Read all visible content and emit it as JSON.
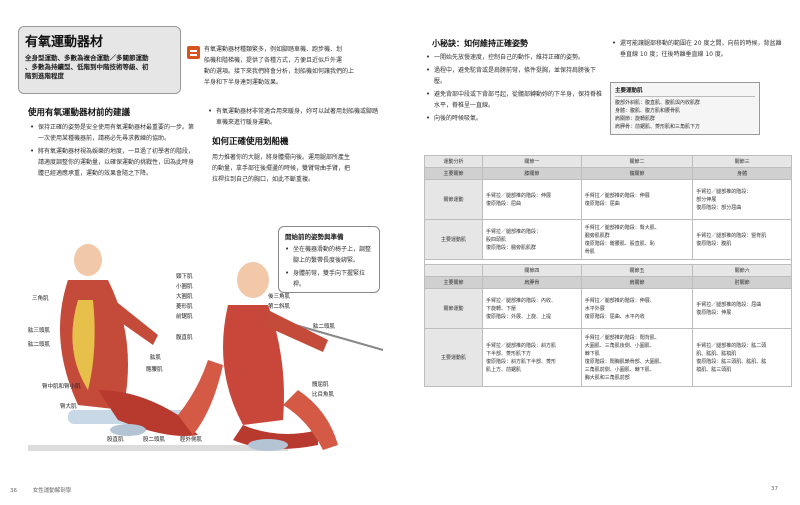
{
  "left": {
    "title": "有氧運動器材",
    "subtitle_lines": [
      "全身型運動、多數為複合運動／多關節運動",
      "、多數為持續型、低階到中階技術等級、初",
      "階到進階程度"
    ],
    "intro_lines": [
      "有氧運動器材種類繁多，例如腳踏車機、跑步機、划",
      "船機和階梯機，提供了各種方式，方便且近似戶外運",
      "動的選項。接下來我們將會分析，划船機如何讓我們的上",
      "半身和下半身達到運動效果。"
    ],
    "tips_heading": "使用有氧運動器材前的建議",
    "tips": [
      "保持正確的姿勢是安全使用有氧運動器材最重要的一步。第一次使用某種機器前，請務必先尋求教練的協助。",
      "將有氧運動器材視為娛樂的地度，一旦過了初學者的階段，請適度調整你的運動量，以確保運動的挑戰性，因為此時身體已經適應承重，運動的效果會隨之下降。"
    ],
    "tip_col2": "有氧運動器材非常適合用來暖身，妳可以試著用划船機或腳踏車機來進行暖身運動。",
    "rowing_heading": "如何正確使用划船機",
    "rowing_lines": [
      "用力推著你的大腿，將身體擺向後。運用腿部所產生",
      "的動量，拿手部往後擺盪的時候，雙臂彎曲手臂，把",
      "拉桿拉到自己的胸口，如此不斷重複。"
    ],
    "start_box": {
      "title": "開始前的姿勢與準備",
      "items": [
        "坐在機器滑動的椅子上，調整腳上的繫帶長度後綁緊。",
        "身體前彎，雙手向下握緊拉桿。"
      ]
    },
    "muscle_labels": {
      "sternocleidomastoid": "頸下肌",
      "teres_minor": "小圓肌",
      "teres_major": "大圓肌",
      "rhomboid": "菱形肌",
      "latissimus": "前鋸肌",
      "deltoid": "三角肌",
      "triceps": "肱三頭肌",
      "biceps": "肱二頭肌",
      "posterior_deltoid": "後三角肌",
      "trapezius": "第二斜肌",
      "brachialis": "肱二頭肌",
      "erector": "腹直肌",
      "obliques": "肱肌",
      "abdomen": "腹直肌",
      "psoas": "髂腰肌",
      "quadriceps": "臀中肌和臀小肌",
      "gluteus_max": "臀大肌",
      "iliopsoas": "髖屈肌",
      "rectus_femoris": "比目魚肌",
      "hamstrings": "股直肌",
      "gastrocnemius": "股二頭肌",
      "tibialis": "脛外側肌",
      "adductors": "股內側肌"
    },
    "page_number": "36",
    "footer_title": "女性運動解剖學"
  },
  "right": {
    "tip_heading": "小秘訣：如何維持正確姿勢",
    "tip_items": [
      "一開始先放慢速度，控制自己的動作，維持正確的姿勢。",
      "過程中，避免駝背或是肩膀前彎，條件挺胸，並保持肩膀後下壓。",
      "避免背部中段或下背部弓起，從髖部轉動妳的下半身，保持脊椎水平，脊椎呈一直線。",
      "向後的時候吸氣。"
    ],
    "tip_col2": "還可能讓腿部移動的範圍在 20 度之間，向前的時候，背盆離垂直線 10 度；往後時離垂直線 10 度。",
    "muscle_box": {
      "title": "主要運動肌",
      "lines": [
        "腹部外斜肌：腹直肌、腹肌與內收肌群",
        "身體：腹肌、腹方肌和腰骨肌",
        "肩關節：旋轉肌群",
        "肩胛骨：前鋸肌、菱形肌和三角肌下方"
      ]
    },
    "table": {
      "headers_1": [
        "運動分析",
        "關節一",
        "關節二",
        "關節三"
      ],
      "sub_1": [
        "主要關節",
        "膝關節",
        "髖關節",
        "身體"
      ],
      "rows_1": [
        {
          "label": "關節運動",
          "cells": [
            "手臂拉／腿部推的階段：伸展\n復原階段：屈曲",
            "手臂拉／腿部推的階段：伸展\n復原階段：屈曲",
            "手臂拉／腿部推的階段：\n部分伸展\n復原階段：部分屈曲"
          ]
        },
        {
          "label": "主要運動肌",
          "cells": [
            "手臂拉／腿部推的階段：\n股四頭肌\n復原階段：膕旁肌肌群",
            "手臂拉／腿部推的階段：臀大肌、\n膕旁肌肌群\n復原階段：髂腰肌、股直肌、恥\n骨肌",
            "手臂拉／腿部推的階段：豎脊肌\n復原階段：腹肌"
          ]
        }
      ],
      "headers_2": [
        "",
        "關節四",
        "關節五",
        "關節六"
      ],
      "sub_2": [
        "主要關節",
        "肩胛骨",
        "肩關節",
        "肘關節"
      ],
      "rows_2": [
        {
          "label": "關節運動",
          "cells": [
            "手臂拉／腿部推的階段：內收、\n下旋轉、下壓\n復原階段：外展、上旋、上提",
            "手臂拉／腿部推的階段：伸展、\n水平外展\n復原階段：屈曲、水平內收",
            "手臂拉／腿部推的階段：屈曲\n復原階段：伸展"
          ]
        },
        {
          "label": "主要運動肌",
          "cells": [
            "手臂拉／腿部推的階段：斜方肌\n下半部、菱形肌下方\n復原階段：斜方肌下半部、菱形\n肌上方、前鋸肌",
            "手臂拉／腿部推的階段：闊背肌、\n大圓肌、三角肌後側、小圓肌、\n棘下肌\n復原階段：闊胸肌鎖骨部、大圓肌、\n三角肌前側、小圓肌、棘下肌、\n胸大肌和三角肌前部",
            "手臂拉／腿部推的階段：肱二頭\n肌、肱肌、肱橈肌\n復原階段：肱三頭肌、肱肌、肱\n橈肌、肱三頭肌"
          ]
        }
      ]
    },
    "page_number": "37"
  }
}
